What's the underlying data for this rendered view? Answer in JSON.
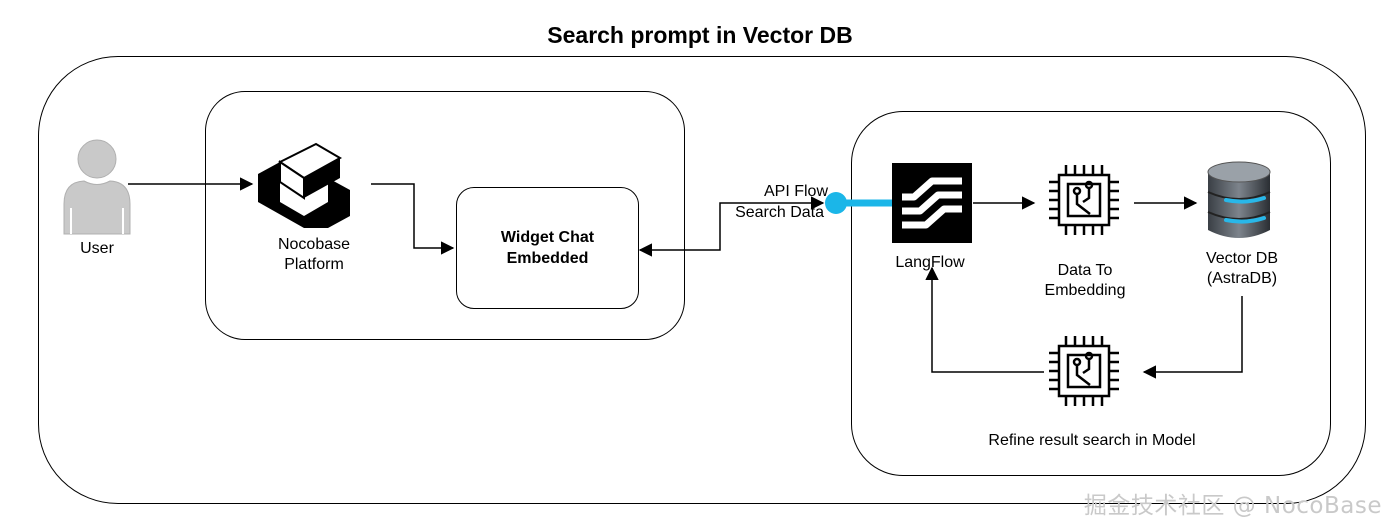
{
  "title": "Search prompt in Vector DB",
  "nodes": {
    "user": "User",
    "nocobase_line1": "Nocobase",
    "nocobase_line2": "Platform",
    "widget_line1": "Widget Chat",
    "widget_line2": "Embedded",
    "langflow": "LangFlow",
    "embedding_line1": "Data To",
    "embedding_line2": "Embedding",
    "vectordb_line1": "Vector DB",
    "vectordb_line2": "(AstraDB)",
    "refine": "Refine result search in Model"
  },
  "edges": {
    "api_flow": "API Flow",
    "search_data": "Search Data"
  },
  "watermark": "掘金技术社区 @ NocoBase",
  "colors": {
    "connector_dot": "#1bb6e8",
    "user_icon": "#c9c9c9",
    "langflow_bg": "#000000"
  },
  "icons": {
    "user": "user-icon",
    "nocobase": "nocobase-logo-icon",
    "langflow": "langflow-logo-icon",
    "embedding": "chip-icon",
    "vectordb": "database-icon",
    "refine": "chip-icon"
  }
}
